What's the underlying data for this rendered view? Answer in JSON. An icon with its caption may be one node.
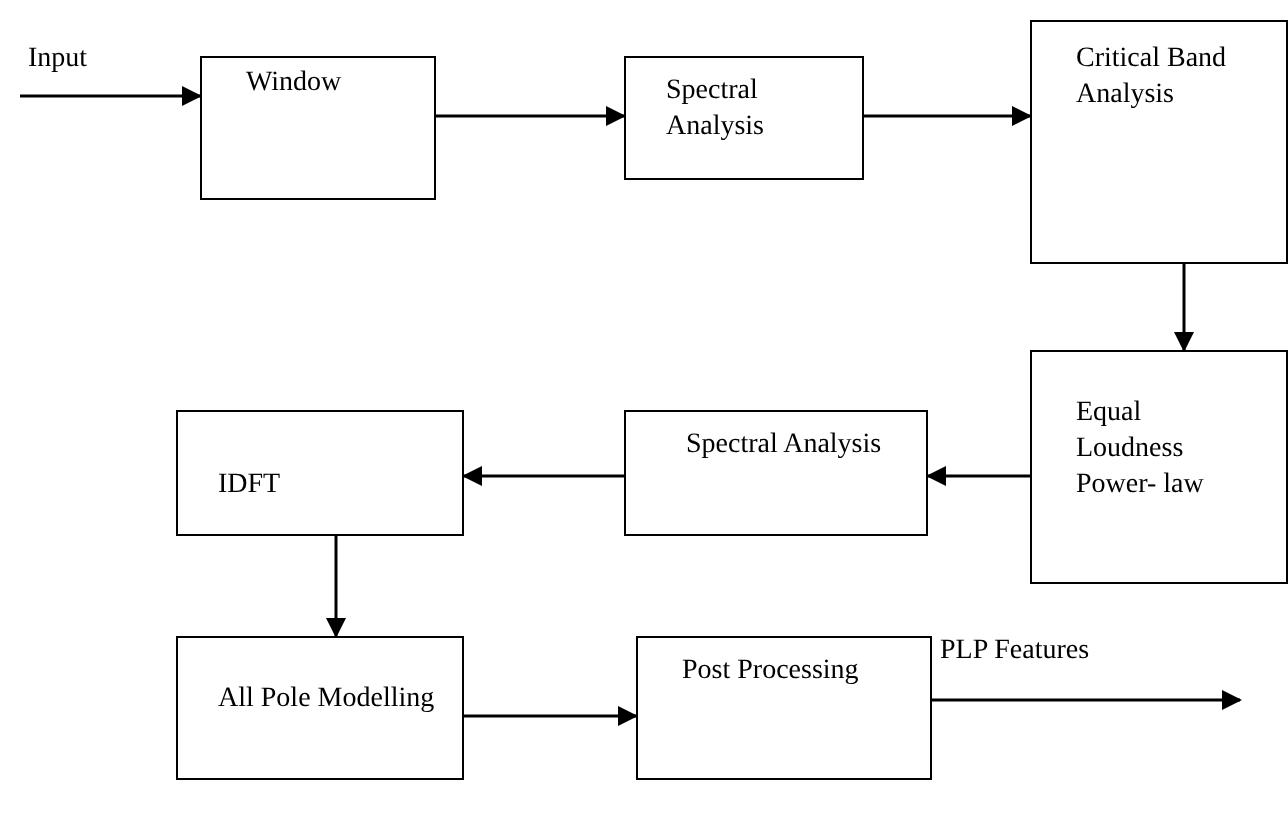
{
  "diagram": {
    "nodes": [
      {
        "text": [
          "Window"
        ]
      },
      {
        "text": [
          "Spectral Analysis"
        ]
      },
      {
        "text": [
          "Critical Band Analysis"
        ]
      },
      {
        "text": [
          "Equal Loudness Power- law"
        ]
      },
      {
        "text": [
          "Spectral Analysis"
        ]
      },
      {
        "text": [
          "IDFT"
        ]
      },
      {
        "text": [
          "All Pole Modelling"
        ]
      },
      {
        "text": [
          "Post Processing"
        ]
      }
    ],
    "edges": [
      {
        "from": null,
        "to": 0,
        "arrow": "to",
        "label": "Input"
      },
      {
        "from": 0,
        "to": 1,
        "arrow": "to"
      },
      {
        "from": 1,
        "to": 2,
        "arrow": "to"
      },
      {
        "from": 2,
        "to": 3,
        "arrow": "to"
      },
      {
        "from": 3,
        "to": 4,
        "arrow": "to"
      },
      {
        "from": 4,
        "to": 5,
        "arrow": "to"
      },
      {
        "from": 5,
        "to": 6,
        "arrow": "to"
      },
      {
        "from": 6,
        "to": 7,
        "arrow": "to"
      },
      {
        "from": 7,
        "to": null,
        "arrow": "to",
        "label": "PLP Features"
      }
    ]
  }
}
